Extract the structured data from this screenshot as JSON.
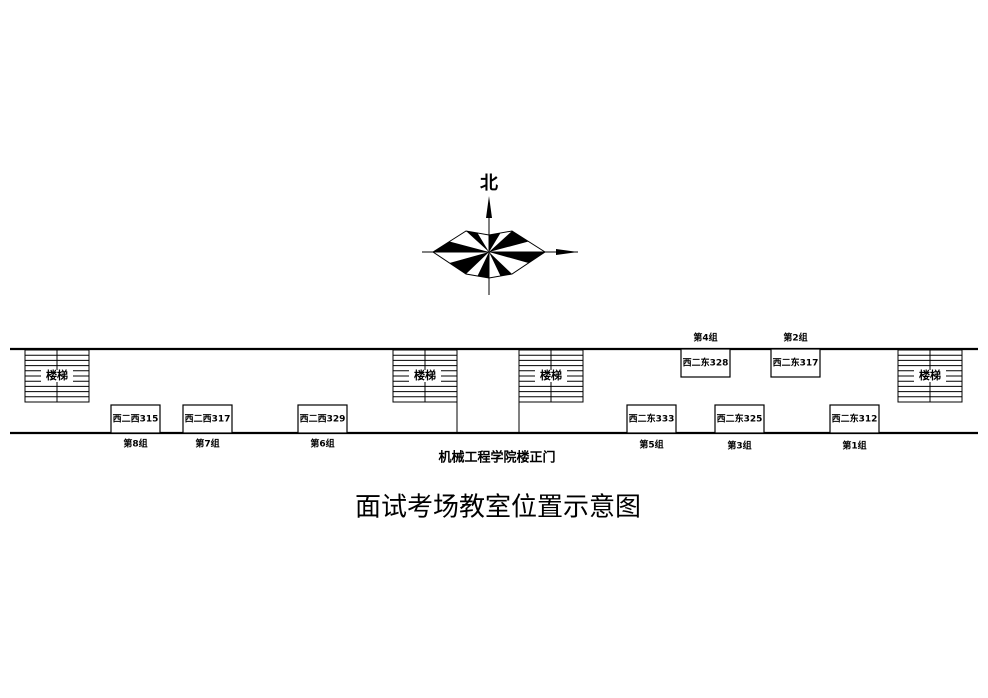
{
  "compass": {
    "north_label": "北"
  },
  "stairs": [
    {
      "label": "楼梯"
    },
    {
      "label": "楼梯"
    },
    {
      "label": "楼梯"
    },
    {
      "label": "楼梯"
    }
  ],
  "rooms": [
    {
      "name": "西二西315",
      "group": "第8组"
    },
    {
      "name": "西二西317",
      "group": "第7组"
    },
    {
      "name": "西二西329",
      "group": "第6组"
    },
    {
      "name": "西二东333",
      "group": "第5组"
    },
    {
      "name": "西二东325",
      "group": "第3组"
    },
    {
      "name": "西二东312",
      "group": "第1组"
    },
    {
      "name": "西二东328",
      "group": "第4组"
    },
    {
      "name": "西二东317",
      "group": "第2组"
    }
  ],
  "entrance_label": "机械工程学院楼正门",
  "title": "面试考场教室位置示意图"
}
